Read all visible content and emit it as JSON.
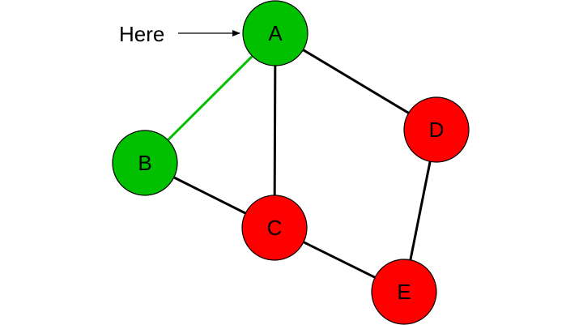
{
  "pointer": {
    "label": "Here",
    "target": "A"
  },
  "nodes": [
    {
      "id": "A",
      "label": "A",
      "color": "#00c000"
    },
    {
      "id": "B",
      "label": "B",
      "color": "#00c000"
    },
    {
      "id": "C",
      "label": "C",
      "color": "#ff0000"
    },
    {
      "id": "D",
      "label": "D",
      "color": "#ff0000"
    },
    {
      "id": "E",
      "label": "E",
      "color": "#ff0000"
    }
  ],
  "edges": [
    {
      "from": "A",
      "to": "B",
      "color": "#00c000"
    },
    {
      "from": "A",
      "to": "C",
      "color": "#000000"
    },
    {
      "from": "A",
      "to": "D",
      "color": "#000000"
    },
    {
      "from": "B",
      "to": "C",
      "color": "#000000"
    },
    {
      "from": "C",
      "to": "E",
      "color": "#000000"
    },
    {
      "from": "D",
      "to": "E",
      "color": "#000000"
    }
  ]
}
